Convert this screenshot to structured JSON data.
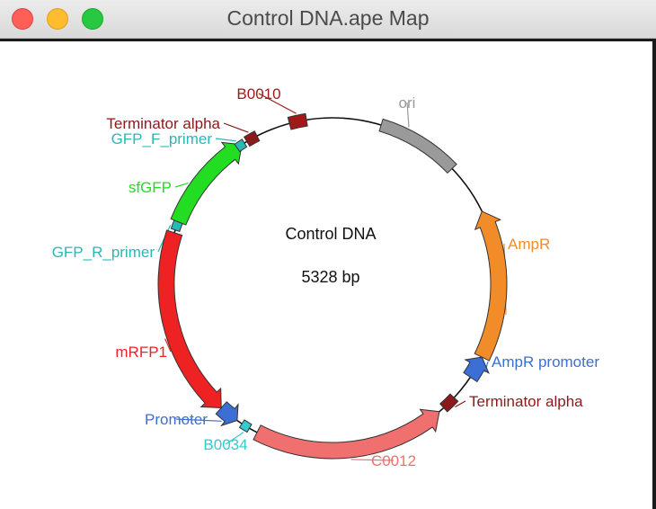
{
  "window": {
    "title": "Control DNA.ape Map"
  },
  "plasmid": {
    "name": "Control DNA",
    "length_label": "5328 bp"
  },
  "features": [
    {
      "id": "ori",
      "label": "ori",
      "color": "#9a9a9a",
      "direction": "none"
    },
    {
      "id": "ampr",
      "label": "AmpR",
      "color": "#f28c28",
      "direction": "reverse"
    },
    {
      "id": "ampr_promoter",
      "label": "AmpR promoter",
      "color": "#3b6fd6",
      "direction": "reverse"
    },
    {
      "id": "terminator_alpha_right",
      "label": "Terminator alpha",
      "color": "#8b1a1a",
      "direction": "none"
    },
    {
      "id": "c0012",
      "label": "C0012",
      "color": "#f07070",
      "direction": "reverse"
    },
    {
      "id": "b0034",
      "label": "B0034",
      "color": "#33cccc",
      "direction": "none"
    },
    {
      "id": "promoter",
      "label": "Promoter",
      "color": "#3b6fd6",
      "direction": "reverse"
    },
    {
      "id": "mrfp1",
      "label": "mRFP1",
      "color": "#ee2222",
      "direction": "reverse"
    },
    {
      "id": "gfp_r_primer",
      "label": "GFP_R_primer",
      "color": "#2ab7b7",
      "direction": "none"
    },
    {
      "id": "sfgfp",
      "label": "sfGFP",
      "color": "#22dd22",
      "direction": "forward"
    },
    {
      "id": "gfp_f_primer",
      "label": "GFP_F_primer",
      "color": "#2ab7b7",
      "direction": "none"
    },
    {
      "id": "terminator_alpha_top",
      "label": "Terminator alpha",
      "color": "#8b1a1a",
      "direction": "none"
    },
    {
      "id": "b0010",
      "label": "B0010",
      "color": "#a01a1a",
      "direction": "none"
    }
  ]
}
